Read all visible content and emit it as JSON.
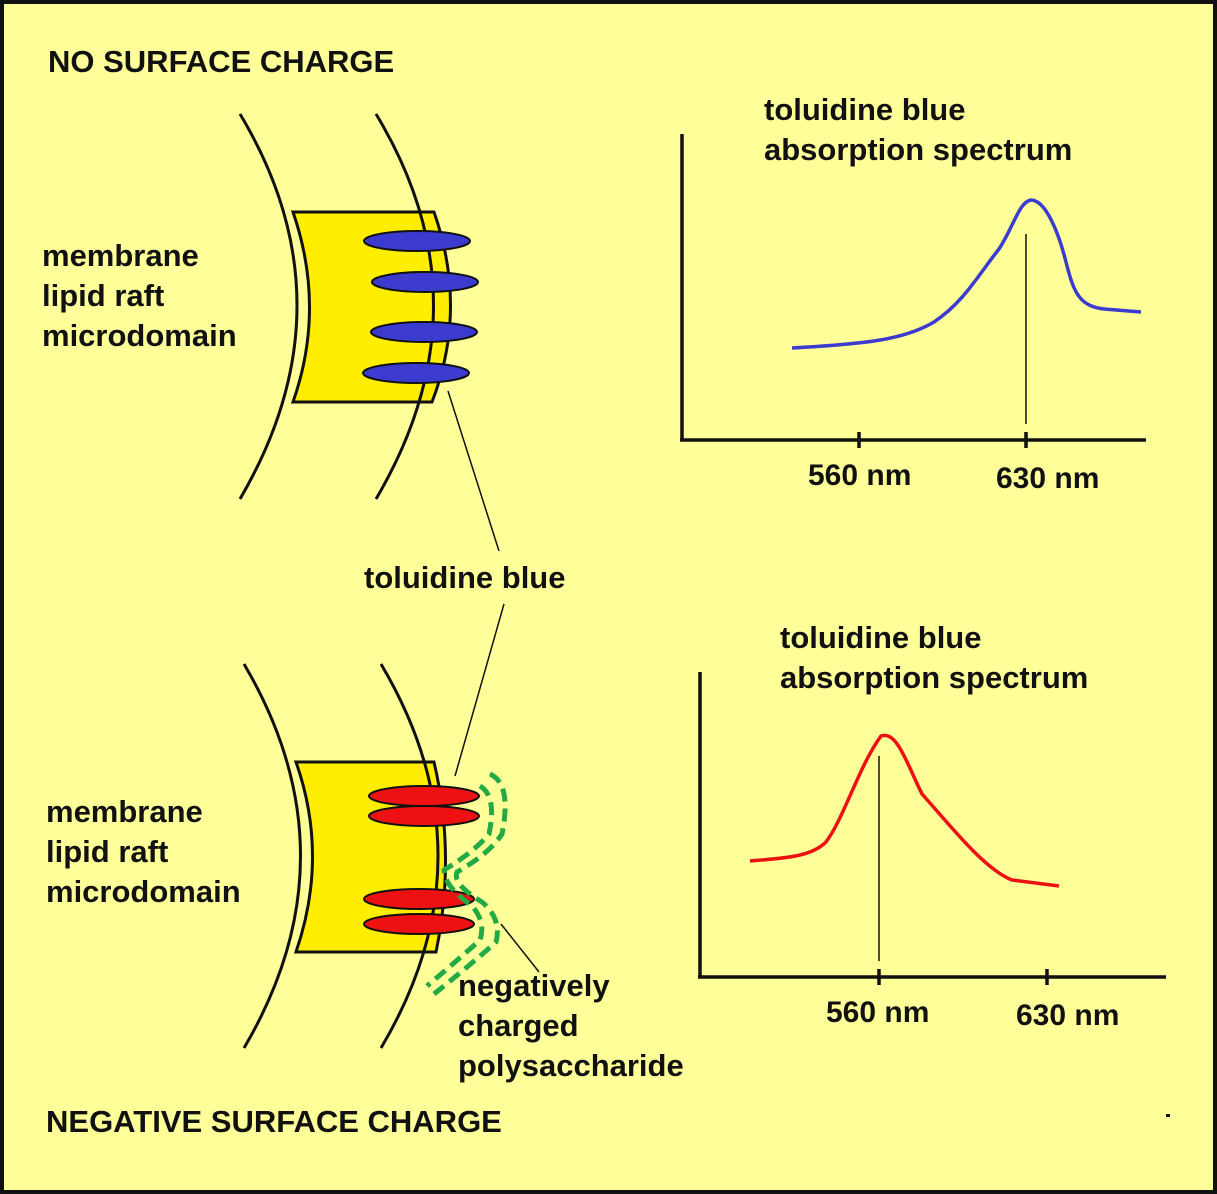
{
  "diagram": {
    "top_heading": "NO SURFACE CHARGE",
    "bottom_heading": "NEGATIVE SURFACE CHARGE",
    "membrane_label_top": [
      "membrane",
      "lipid raft",
      "microdomain"
    ],
    "membrane_label_bottom": [
      "membrane",
      "lipid raft",
      "microdomain"
    ],
    "dye_label": "toluidine blue",
    "polysaccharide_label": [
      "negatively",
      "charged",
      "polysaccharide"
    ],
    "colors": {
      "background": "#ffff99",
      "raft_fill": "#ffee00",
      "dye_unbound": "#3b3bd0",
      "dye_bound": "#ee1111",
      "polysaccharide": "#22aa44",
      "ink": "#111111"
    }
  },
  "chart_data": [
    {
      "type": "line",
      "title": [
        "toluidine blue",
        "absorption spectrum"
      ],
      "x_ticks": [
        "560 nm",
        "630 nm"
      ],
      "peak_at": "630 nm",
      "series_color": "#3b3bd0"
    },
    {
      "type": "line",
      "title": [
        "toluidine blue",
        "absorption spectrum"
      ],
      "x_ticks": [
        "560 nm",
        "630 nm"
      ],
      "peak_at": "560 nm",
      "series_color": "#ee1111"
    }
  ]
}
